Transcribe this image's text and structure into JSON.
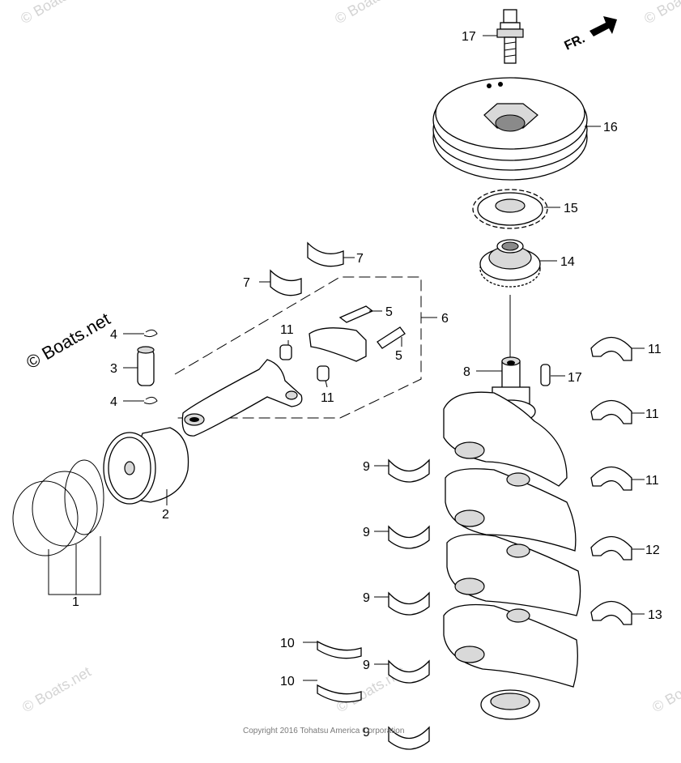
{
  "watermark": {
    "text": "© Boats.net"
  },
  "copyright": "Copyright 2016 Tohatsu America Corporation",
  "direction_label": "FR.",
  "callouts": [
    {
      "id": "c1",
      "label": "1"
    },
    {
      "id": "c2",
      "label": "2"
    },
    {
      "id": "c3",
      "label": "3"
    },
    {
      "id": "c4a",
      "label": "4"
    },
    {
      "id": "c4b",
      "label": "4"
    },
    {
      "id": "c5a",
      "label": "5"
    },
    {
      "id": "c5b",
      "label": "5"
    },
    {
      "id": "c6",
      "label": "6"
    },
    {
      "id": "c7a",
      "label": "7"
    },
    {
      "id": "c7b",
      "label": "7"
    },
    {
      "id": "c8",
      "label": "8"
    },
    {
      "id": "c9a",
      "label": "9"
    },
    {
      "id": "c9b",
      "label": "9"
    },
    {
      "id": "c9c",
      "label": "9"
    },
    {
      "id": "c9d",
      "label": "9"
    },
    {
      "id": "c9e",
      "label": "9"
    },
    {
      "id": "c10a",
      "label": "10"
    },
    {
      "id": "c10b",
      "label": "10"
    },
    {
      "id": "c11a",
      "label": "11"
    },
    {
      "id": "c11b",
      "label": "11"
    },
    {
      "id": "c11c",
      "label": "11"
    },
    {
      "id": "c11d",
      "label": "11"
    },
    {
      "id": "c11e",
      "label": "11"
    },
    {
      "id": "c12",
      "label": "12"
    },
    {
      "id": "c13",
      "label": "13"
    },
    {
      "id": "c14",
      "label": "14"
    },
    {
      "id": "c15",
      "label": "15"
    },
    {
      "id": "c16",
      "label": "16"
    },
    {
      "id": "c17a",
      "label": "17"
    },
    {
      "id": "c17b",
      "label": "17"
    }
  ]
}
